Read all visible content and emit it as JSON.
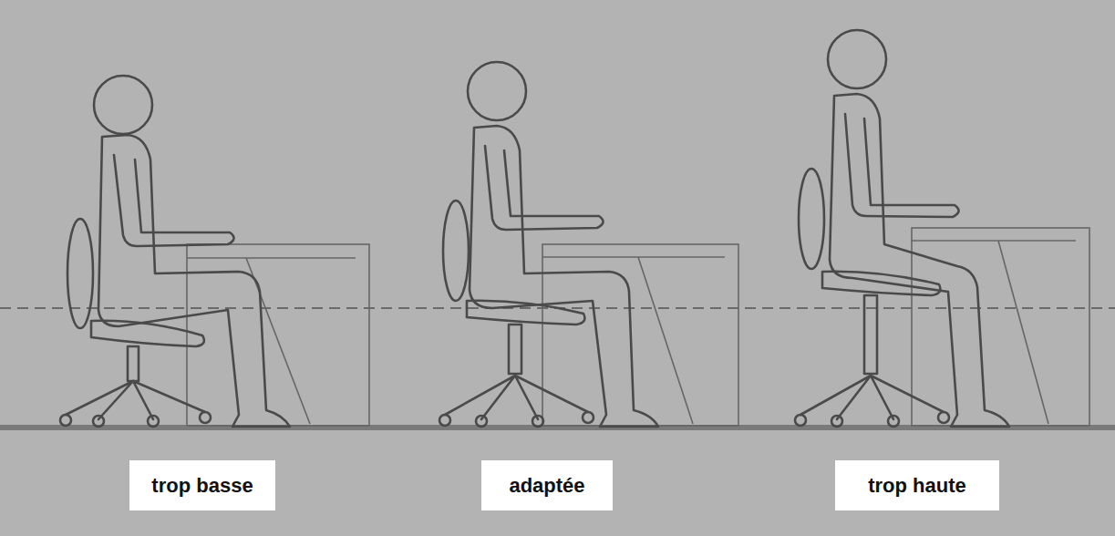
{
  "diagram": {
    "nodes": [
      {
        "text": [
          "trop basse"
        ]
      },
      {
        "text": [
          "adaptée"
        ]
      },
      {
        "text": [
          "trop haute"
        ]
      }
    ]
  }
}
